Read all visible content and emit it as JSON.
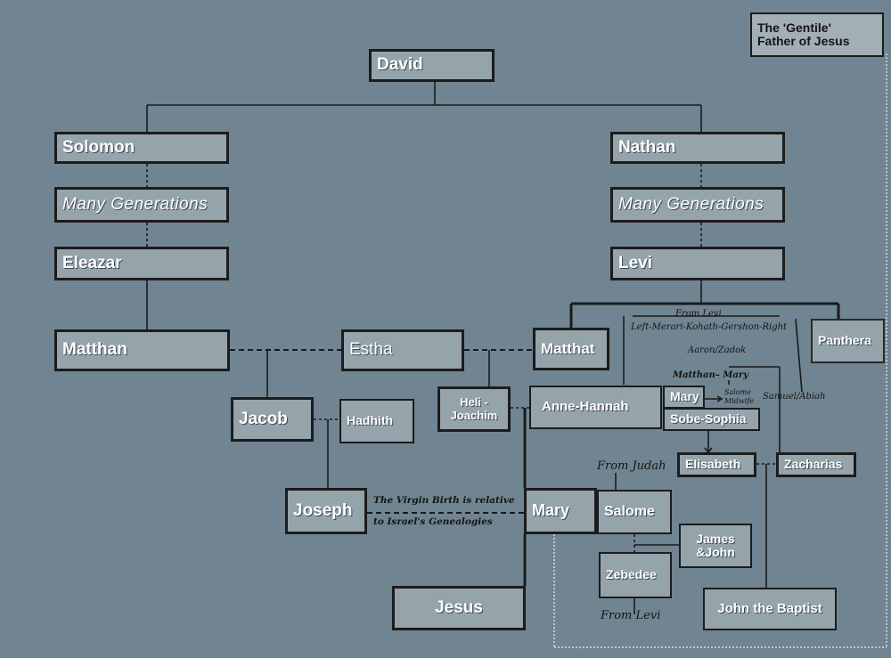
{
  "title_box": {
    "line1": "The 'Gentile'",
    "line2": "Father of Jesus"
  },
  "nodes": {
    "david": "David",
    "solomon": "Solomon",
    "nathan": "Nathan",
    "many_generations_left": "Many Generations",
    "many_generations_right": "Many Generations",
    "eleazar": "Eleazar",
    "levi": "Levi",
    "matthan": "Matthan",
    "estha": "Estha",
    "matthat": "Matthat",
    "panthera": "Panthera",
    "jacob": "Jacob",
    "hadhith": "Hadhith",
    "heli_joachim": "Heli  -\nJoachim",
    "anne_hannah": "Anne-Hannah",
    "mary_small": "Mary",
    "sobe_sophia": "Sobe-Sophia",
    "elisabeth": "Elisabeth",
    "zacharias": "Zacharias",
    "joseph": "Joseph",
    "mary": "Mary",
    "salome": "Salome",
    "james_john": "James\n&John",
    "zebedee": "Zebedee",
    "jesus": "Jesus",
    "john_the_baptist": "John the Baptist"
  },
  "annotations": {
    "from_levi_top": "From Levi",
    "levi_lines": "Left-Merari-Kohath-Gershon-Right",
    "aaron_zadok": "Aaron/Zadok",
    "matthan_mary": "Matthan– Mary",
    "salome_midwife_1": "Salome",
    "salome_midwife_2": "Midwife",
    "samuel_abiah": "Samuel/Abiah",
    "from_judah": "From Judah",
    "virgin_birth_1": "The Virgin Birth is relative",
    "virgin_birth_2": "to Israel's Genealogies",
    "from_levi_bottom": "From Levi"
  }
}
